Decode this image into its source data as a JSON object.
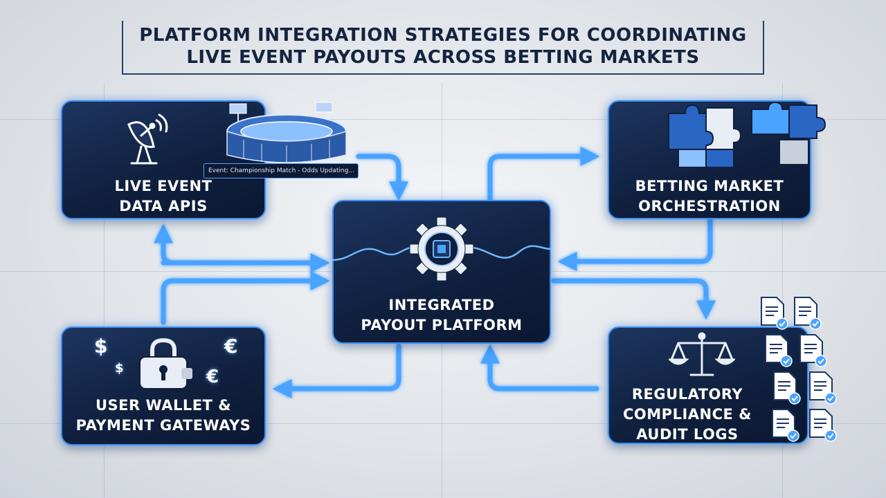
{
  "title": {
    "line1": "PLATFORM INTEGRATION STRATEGIES FOR COORDINATING",
    "line2": "LIVE EVENT PAYOUTS ACROSS BETTING MARKETS"
  },
  "nodes": {
    "live_event": {
      "label": "LIVE EVENT\nDATA APIS",
      "ticker": "Event: Championship Match - Odds Updating..."
    },
    "betting_market": {
      "label": "BETTING MARKET\nORCHESTRATION"
    },
    "payout_platform": {
      "label": "INTEGRATED\nPAYOUT PLATFORM"
    },
    "wallet": {
      "label": "USER WALLET &\nPAYMENT GATEWAYS",
      "symbols": [
        "$",
        "$",
        "€",
        "€"
      ]
    },
    "compliance": {
      "label": "REGULATORY\nCOMPLIANCE &\nAUDIT LOGS"
    }
  },
  "icons": {
    "live_event": [
      "satellite-dish-icon",
      "stadium-icon",
      "floodlight-icon"
    ],
    "betting_market": [
      "puzzle-pieces-icon"
    ],
    "payout_platform": [
      "gear-chip-icon",
      "signal-wave-icon"
    ],
    "wallet": [
      "padlock-wallet-icon",
      "dollar-icon",
      "euro-icon"
    ],
    "compliance": [
      "scales-icon",
      "checked-document-icon"
    ]
  },
  "colors": {
    "card_bg": "#0f1f3d",
    "card_border": "#3d8ef0",
    "arrow": "#4aa3ff",
    "title": "#14233f"
  }
}
